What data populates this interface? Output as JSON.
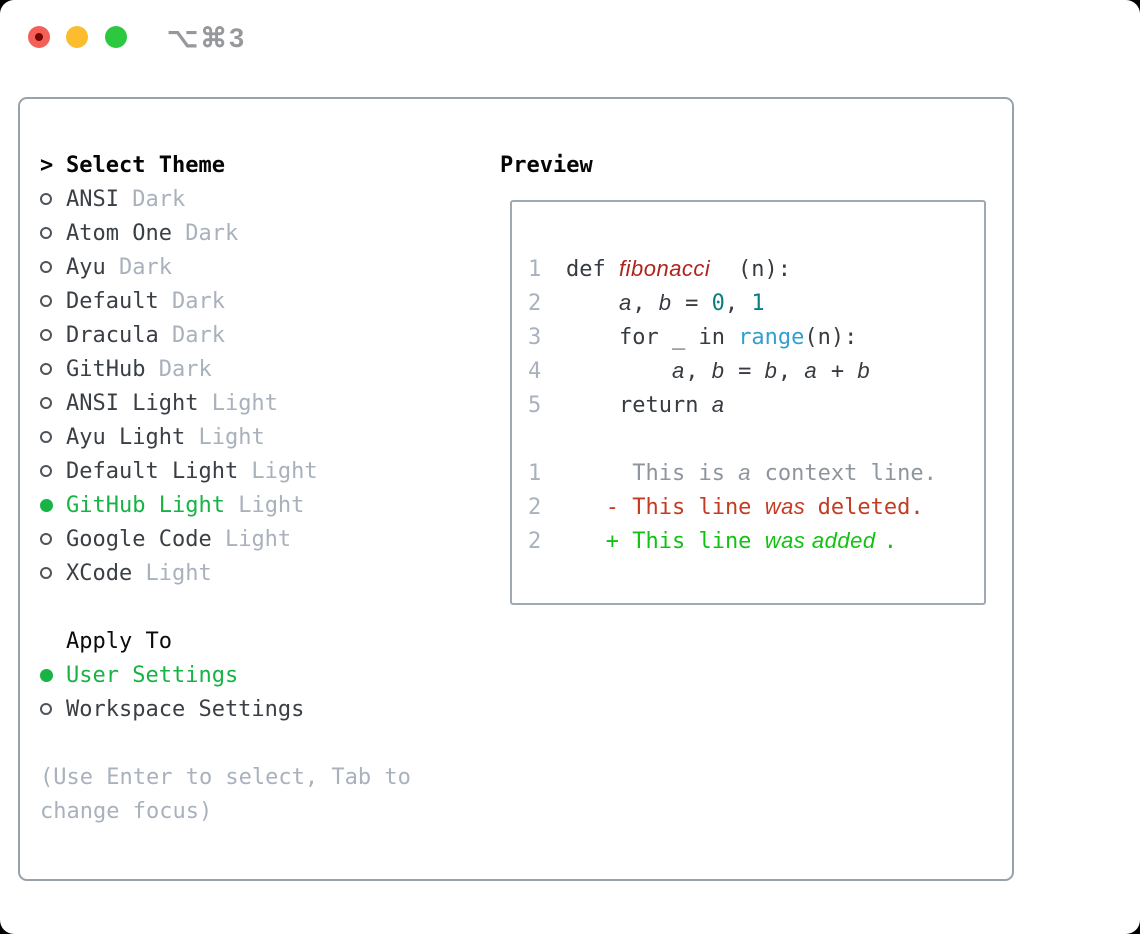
{
  "titlebar": {
    "shortcut": "⌥⌘3"
  },
  "colors": {
    "accent_green": "#17b345",
    "added_green": "#12c212",
    "deleted_red": "#c33c22",
    "function_red": "#b0231d",
    "number_teal": "#0a7d82",
    "builtin_blue": "#319fd6",
    "muted_gray": "#a9b1bd",
    "context_gray": "#8e959d",
    "text_dark": "#3a3f45",
    "traffic_red": "#f65f57",
    "traffic_yellow": "#fbbd2e",
    "traffic_green": "#2bc840"
  },
  "theme_panel": {
    "header_marker": ">",
    "header": "Select Theme",
    "items": [
      {
        "id": "ansi-dark",
        "name": "ANSI",
        "variant": "Dark",
        "selected": false
      },
      {
        "id": "atom-one-dark",
        "name": "Atom One",
        "variant": "Dark",
        "selected": false
      },
      {
        "id": "ayu-dark",
        "name": "Ayu",
        "variant": "Dark",
        "selected": false
      },
      {
        "id": "default-dark",
        "name": "Default",
        "variant": "Dark",
        "selected": false
      },
      {
        "id": "dracula-dark",
        "name": "Dracula",
        "variant": "Dark",
        "selected": false
      },
      {
        "id": "github-dark",
        "name": "GitHub",
        "variant": "Dark",
        "selected": false
      },
      {
        "id": "ansi-light",
        "name": "ANSI Light",
        "variant": "Light",
        "selected": false
      },
      {
        "id": "ayu-light",
        "name": "Ayu Light",
        "variant": "Light",
        "selected": false
      },
      {
        "id": "default-light",
        "name": "Default Light",
        "variant": "Light",
        "selected": false
      },
      {
        "id": "github-light",
        "name": "GitHub Light",
        "variant": "Light",
        "selected": true
      },
      {
        "id": "google-code",
        "name": "Google Code",
        "variant": "Light",
        "selected": false
      },
      {
        "id": "xcode",
        "name": "XCode",
        "variant": "Light",
        "selected": false
      }
    ],
    "apply_header": "Apply To",
    "apply_options": [
      {
        "id": "user-settings",
        "label": "User Settings",
        "selected": true
      },
      {
        "id": "workspace-settings",
        "label": "Workspace Settings",
        "selected": false
      }
    ],
    "hint_lines": [
      "(Use Enter to select, Tab to",
      "change focus)"
    ]
  },
  "preview": {
    "header": "Preview",
    "lines": [
      {
        "n": "1",
        "tokens": [
          {
            "s": "def ",
            "c": "code"
          },
          {
            "s": "fibonacci",
            "c": "func",
            "i": true
          },
          {
            "s": "(n):",
            "c": "code"
          }
        ]
      },
      {
        "n": "2",
        "tokens": [
          {
            "s": "    ",
            "c": "code"
          },
          {
            "s": "a",
            "c": "code",
            "i": true
          },
          {
            "s": ", ",
            "c": "code"
          },
          {
            "s": "b",
            "c": "code",
            "i": true
          },
          {
            "s": " = ",
            "c": "code"
          },
          {
            "s": "0",
            "c": "num"
          },
          {
            "s": ", ",
            "c": "code"
          },
          {
            "s": "1",
            "c": "num"
          }
        ]
      },
      {
        "n": "3",
        "tokens": [
          {
            "s": "    for _ in ",
            "c": "code"
          },
          {
            "s": "range",
            "c": "blue"
          },
          {
            "s": "(n):",
            "c": "code"
          }
        ]
      },
      {
        "n": "4",
        "tokens": [
          {
            "s": "        ",
            "c": "code"
          },
          {
            "s": "a",
            "c": "code",
            "i": true
          },
          {
            "s": ", ",
            "c": "code"
          },
          {
            "s": "b",
            "c": "code",
            "i": true
          },
          {
            "s": " = ",
            "c": "code"
          },
          {
            "s": "b",
            "c": "code",
            "i": true
          },
          {
            "s": ", ",
            "c": "code"
          },
          {
            "s": "a",
            "c": "code",
            "i": true
          },
          {
            "s": " + ",
            "c": "code"
          },
          {
            "s": "b",
            "c": "code",
            "i": true
          }
        ]
      },
      {
        "n": "5",
        "tokens": [
          {
            "s": "    return ",
            "c": "code"
          },
          {
            "s": "a",
            "c": "code",
            "i": true
          }
        ]
      },
      {
        "n": "",
        "tokens": []
      },
      {
        "n": "1",
        "tokens": [
          {
            "s": "     This is ",
            "c": "ctx"
          },
          {
            "s": "a",
            "c": "ctx",
            "i": true
          },
          {
            "s": " context line.",
            "c": "ctx"
          }
        ]
      },
      {
        "n": "2",
        "tokens": [
          {
            "s": "   - This line ",
            "c": "del"
          },
          {
            "s": "was",
            "c": "del",
            "i": true
          },
          {
            "s": " deleted.",
            "c": "del"
          }
        ]
      },
      {
        "n": "2",
        "tokens": [
          {
            "s": "   + This line ",
            "c": "add"
          },
          {
            "s": "was added",
            "c": "add",
            "i": true
          },
          {
            "s": ".",
            "c": "add"
          }
        ]
      }
    ]
  }
}
